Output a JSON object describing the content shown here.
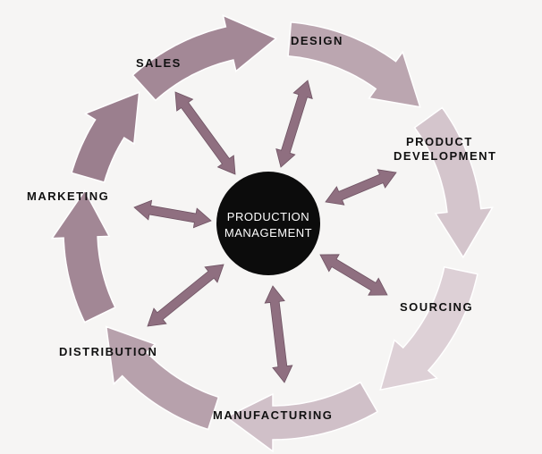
{
  "center": {
    "line1": "PRODUCTION",
    "line2": "MANAGEMENT"
  },
  "stages": {
    "design": "DESIGN",
    "product_development_1": "PRODUCT",
    "product_development_2": "DEVELOPMENT",
    "sourcing": "SOURCING",
    "manufacturing": "MANUFACTURING",
    "distribution": "DISTRIBUTION",
    "marketing": "MARKETING",
    "sales": "SALES"
  },
  "colors": {
    "background": "#f6f5f4",
    "cycle_dark": "#9b7f8e",
    "cycle_light": "#ddd0d6",
    "spoke": "#8f6f80",
    "center_fill": "#0c0c0c",
    "center_text": "#ffffff",
    "label_text": "#111111"
  }
}
